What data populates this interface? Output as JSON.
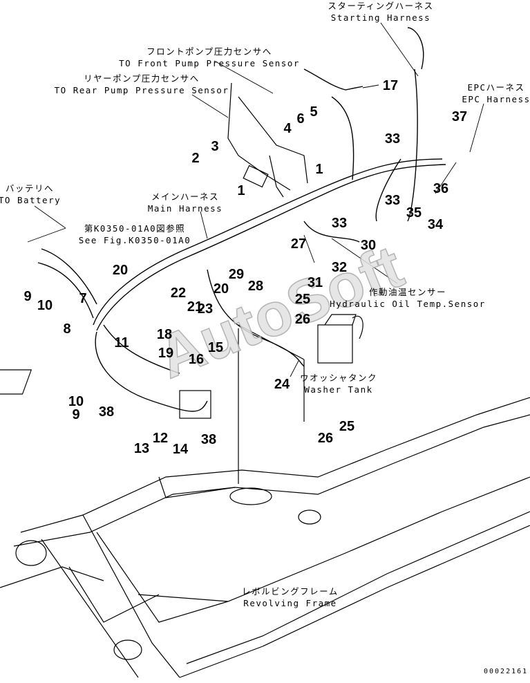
{
  "labels": {
    "starting": {
      "jp": "スターティングハーネス",
      "en": "Starting Harness"
    },
    "front_pump": {
      "jp": "フロントポンプ圧力センサへ",
      "en": "TO Front Pump Pressure Sensor"
    },
    "rear_pump": {
      "jp": "リヤーポンプ圧力センサへ",
      "en": "TO Rear Pump Pressure Sensor"
    },
    "epc": {
      "jp": "EPCハーネス",
      "en": "EPC Harness"
    },
    "battery": {
      "jp": "バッテリへ",
      "en": "TO Battery"
    },
    "see_fig": {
      "jp": "第K0350-01A0図参照",
      "en": "See Fig.K0350-01A0"
    },
    "main_harness": {
      "jp": "メインハーネス",
      "en": "Main Harness"
    },
    "oil_temp": {
      "jp": "作動油温センサー",
      "en": "Hydraulic Oil Temp.Sensor"
    },
    "washer": {
      "jp": "ウオッシャタンク",
      "en": "Washer Tank"
    },
    "frame": {
      "jp": "レボルビングフレーム",
      "en": "Revolving Frame"
    }
  },
  "callouts": [
    "17",
    "5",
    "6",
    "4",
    "2",
    "3",
    "1",
    "1",
    "33",
    "37",
    "36",
    "33",
    "33",
    "35",
    "34",
    "30",
    "27",
    "29",
    "28",
    "20",
    "32",
    "31",
    "20",
    "22",
    "21",
    "25",
    "26",
    "23",
    "9",
    "10",
    "7",
    "8",
    "18",
    "11",
    "19",
    "15",
    "16",
    "24",
    "10",
    "9",
    "38",
    "12",
    "13",
    "14",
    "38",
    "26",
    "25"
  ],
  "watermark": "AutoSoft",
  "drawing_code": "00022161"
}
